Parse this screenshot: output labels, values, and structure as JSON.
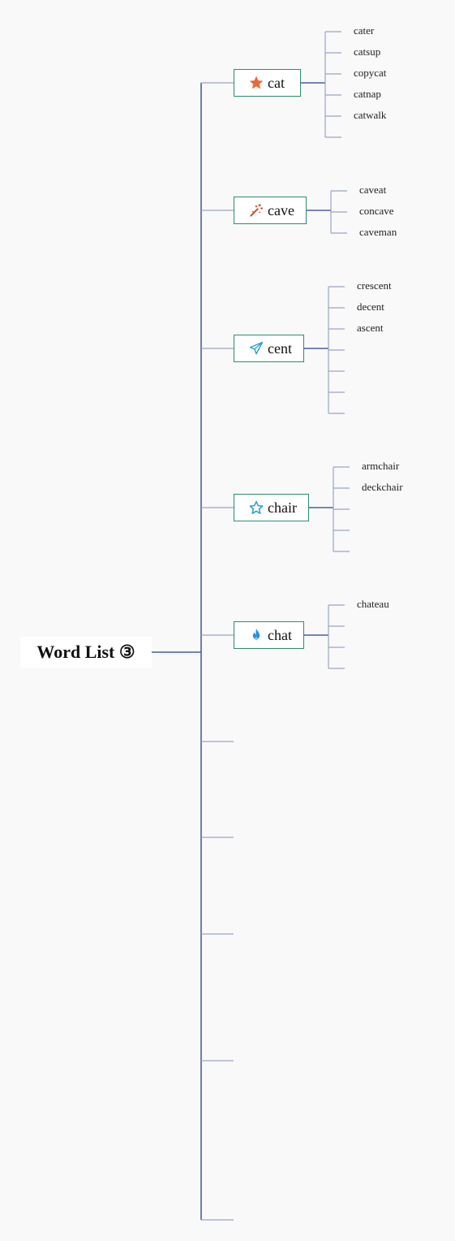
{
  "root": {
    "label": "Word List ③"
  },
  "topics": [
    {
      "label": "cat",
      "icon": "star-filled-icon",
      "icon_color": "#e8693a",
      "words": [
        "cater",
        "catsup",
        "copycat",
        "catnap",
        "catwalk",
        ""
      ]
    },
    {
      "label": "cave",
      "icon": "magic-wand-icon",
      "icon_color": "#d0492c",
      "words": [
        "caveat",
        "concave",
        "caveman"
      ]
    },
    {
      "label": "cent",
      "icon": "paper-plane-icon",
      "icon_color": "#2a9fd0",
      "words": [
        "crescent",
        "decent",
        "ascent",
        "",
        "",
        "",
        ""
      ]
    },
    {
      "label": "chair",
      "icon": "star-outline-icon",
      "icon_color": "#2a9fd0",
      "words": [
        "armchair",
        "deckchair",
        "",
        "",
        ""
      ]
    },
    {
      "label": "chat",
      "icon": "flame-icon",
      "icon_color": "#2a8fe0",
      "words": [
        "chateau",
        "",
        "",
        ""
      ]
    }
  ],
  "empty_branches": 5,
  "colors": {
    "trunk": "#4a5f9a",
    "branch": "#9aa4c4",
    "node_border": "#2e8b74",
    "background": "#f9f9fa"
  }
}
